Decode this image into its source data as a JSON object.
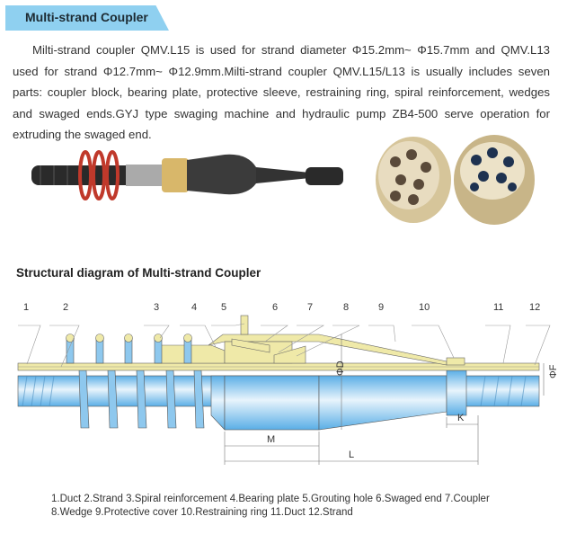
{
  "header": {
    "title": "Multi-strand Coupler"
  },
  "description": "Milti-strand coupler QMV.L15 is used for strand diameter Φ15.2mm~ Φ15.7mm and QMV.L13 used for strand Φ12.7mm~ Φ12.9mm.Milti-strand coupler QMV.L15/L13 is usually includes seven parts: coupler block, bearing plate, protective sleeve, restraining ring, spiral reinforcement, wedges and swaged ends.GYJ type swaging machine and hydraulic pump ZB4-500 serve operation for extruding the swaged end.",
  "diagram": {
    "title": "Structural diagram of Multi-strand Coupler",
    "part_numbers": [
      "1",
      "2",
      "3",
      "4",
      "5",
      "6",
      "7",
      "8",
      "9",
      "10",
      "11",
      "12"
    ],
    "dimensions": {
      "d": "ΦD",
      "f": "ΦF",
      "m": "M",
      "l": "L",
      "k": "K"
    }
  },
  "legend": {
    "line1": "1.Duct  2.Strand 3.Spiral reinforcement 4.Bearing plate  5.Grouting hole 6.Swaged end 7.Coupler",
    "line2": "8.Wedge 9.Protective cover 10.Restraining ring 11.Duct 12.Strand"
  }
}
